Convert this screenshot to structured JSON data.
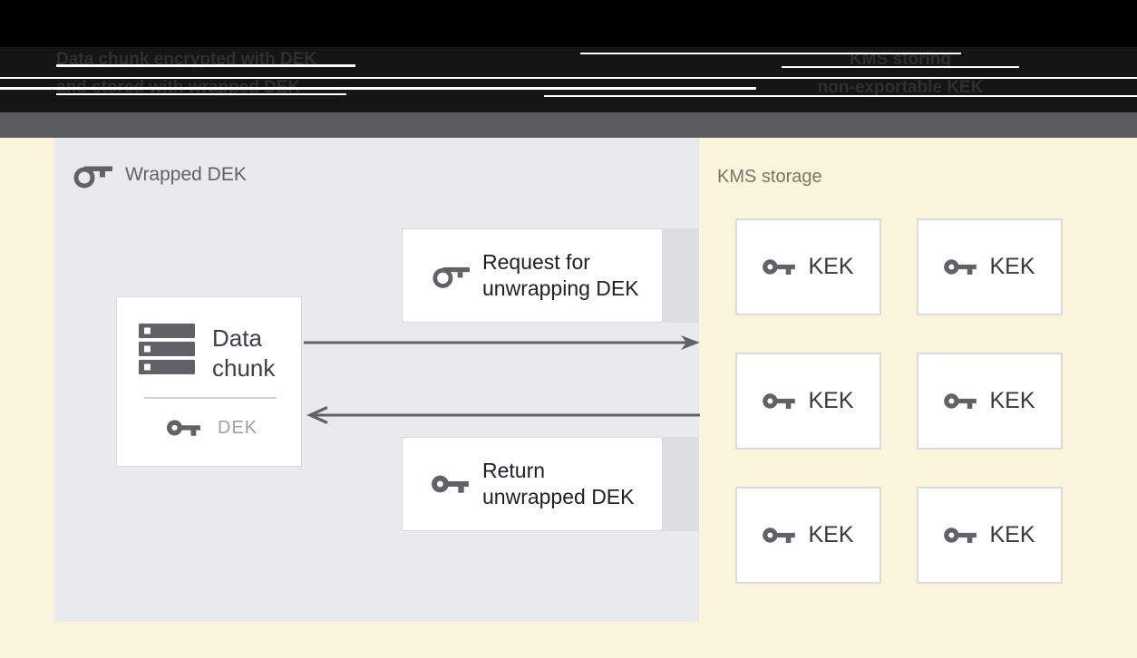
{
  "header": {
    "left_caption": {
      "line1": "Data chunk encrypted with DEK",
      "line2": "and stored with wrapped DEK"
    },
    "right_caption": {
      "line1": "KMS storing",
      "line2": "non-exportable KEK"
    }
  },
  "wrapped_dek_panel": {
    "label": "Wrapped DEK",
    "data_chunk_card": {
      "title_line1": "Data",
      "title_line2": "chunk",
      "key_label": "DEK"
    },
    "request_card": {
      "line1": "Request for",
      "line2": "unwrapping DEK"
    },
    "return_card": {
      "line1": "Return",
      "line2": "unwrapped DEK"
    }
  },
  "kms_storage": {
    "label": "KMS storage",
    "keys": [
      "KEK",
      "KEK",
      "KEK",
      "KEK",
      "KEK",
      "KEK"
    ]
  },
  "icons": {
    "wrapped_dek": "key-outline-icon",
    "request": "key-outline-icon",
    "dek": "key-solid-icon",
    "return": "key-solid-icon",
    "kek": "key-solid-icon",
    "data_chunk": "server-stack-icon"
  },
  "colors": {
    "header_bg": "#000000",
    "header_text": "#2f2f2f",
    "glitch_line": "#ffffff",
    "divider_bar": "#5c5c5e",
    "canvas_bg": "#fbf4dc",
    "panel_bg": "#e8eaed",
    "card_bg": "#ffffff",
    "card_border": "#d8d9db",
    "card_tab": "#dcdee1",
    "icon_gray": "#5f6368",
    "text_dark": "#202124",
    "text_medium": "#3c4043",
    "text_muted": "#9aa0a6",
    "kms_label_text": "#7d7365",
    "arrow": "#5f6368"
  }
}
